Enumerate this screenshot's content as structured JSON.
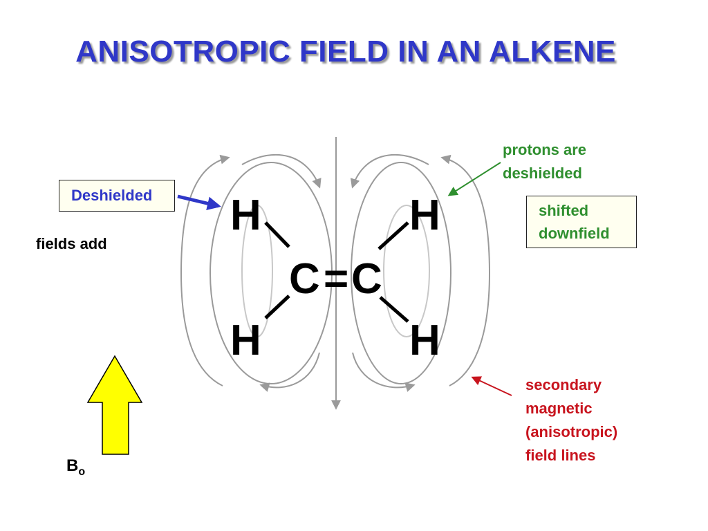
{
  "title": "ANISOTROPIC FIELD IN AN ALKENE",
  "molecule": {
    "h_top_left": "H",
    "h_top_right": "H",
    "h_bottom_left": "H",
    "h_bottom_right": "H",
    "carbon_left": "C",
    "double_bond": "=",
    "carbon_right": "C"
  },
  "labels": {
    "deshielded": "Deshielded",
    "protons_line1": "protons are",
    "protons_line2": "deshielded",
    "shifted_line1": "shifted",
    "shifted_line2": "downfield",
    "fields_add": "fields add",
    "secondary_line1": "secondary",
    "secondary_line2": "magnetic",
    "secondary_line3": "(anisotropic)",
    "secondary_line4": "field lines",
    "b_field": "B",
    "b_field_sub": "o"
  },
  "colors": {
    "title": "#2f37c8",
    "deshielded_text": "#2f37c8",
    "protons_text": "#2f8f2f",
    "secondary_text": "#c8141e",
    "field_lines": "#9a9a9a",
    "inner_ellipse": "#c8c8c8",
    "arrow_bo": "#ffff00"
  },
  "icons": {
    "applied_field_arrow": "arrow-up-icon"
  }
}
